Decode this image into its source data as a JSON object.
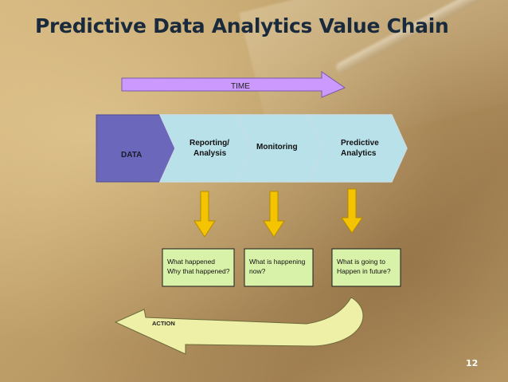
{
  "slide": {
    "title": "Predictive Data Analytics Value Chain",
    "page_number": "12"
  },
  "timeline": {
    "label": "TIME",
    "color": "#cc99ff"
  },
  "chain": {
    "data_label": "DATA",
    "stages": [
      {
        "label_line1": "Reporting/",
        "label_line2": "Analysis"
      },
      {
        "label_line1": "Monitoring",
        "label_line2": ""
      },
      {
        "label_line1": "Predictive",
        "label_line2": "Analytics"
      }
    ],
    "data_color": "#6b68bc",
    "stage_color": "#b9e1ea"
  },
  "questions": [
    {
      "line1": "What happened",
      "line2": "Why that happened?"
    },
    {
      "line1": "What is happening",
      "line2": "now?"
    },
    {
      "line1": "What is going to",
      "line2": "Happen in future?"
    }
  ],
  "question_box_color": "#d9f2a9",
  "down_arrow_color": "#f5c400",
  "action": {
    "label": "ACTION",
    "color": "#eef0a8"
  }
}
